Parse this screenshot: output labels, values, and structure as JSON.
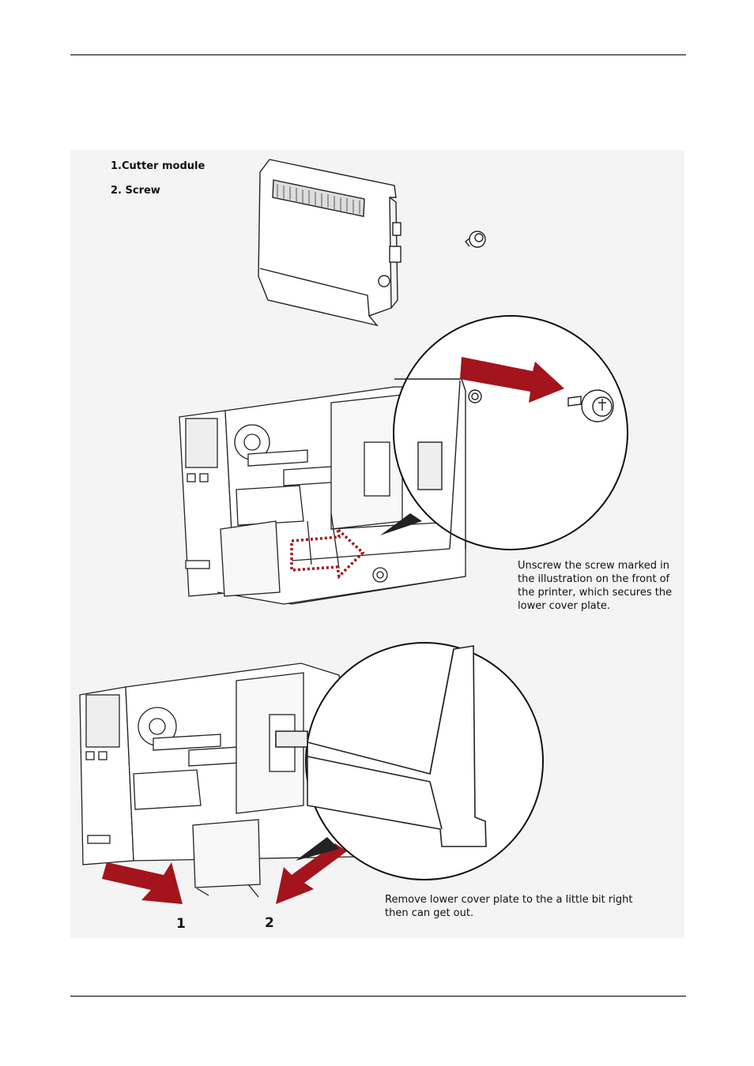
{
  "legend": {
    "item1": "1.Cutter module",
    "item2": "2. Screw"
  },
  "caption1": {
    "line1": "Unscrew the screw marked in",
    "line2": "the illustration on the front of",
    "line3": "the printer, which secures the",
    "line4": "lower cover plate."
  },
  "caption2": {
    "line1": "Remove lower cover plate to the a little bit right",
    "line2": "then can get out."
  },
  "arrows": {
    "left": "1",
    "right": "2"
  },
  "colors": {
    "arrow": "#a3141c",
    "line": "#222222",
    "panel": "#f4f4f4"
  }
}
